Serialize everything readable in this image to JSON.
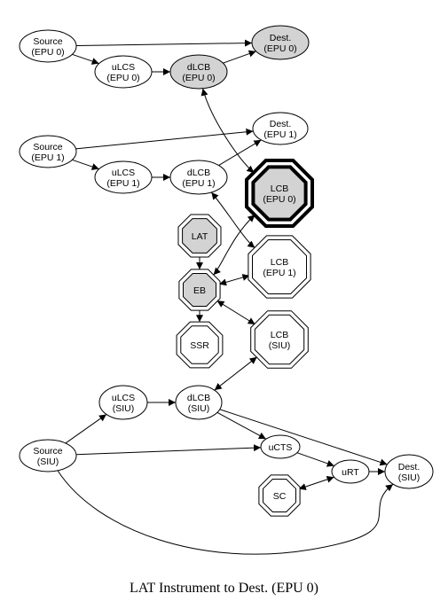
{
  "caption": "LAT Instrument to Dest. (EPU 0)",
  "colors": {
    "filled": "#d3d3d3",
    "outline": "#000000",
    "background": "#ffffff"
  },
  "nodes": [
    {
      "id": "src-epu0",
      "name": "node-source-epu0",
      "lines": [
        "Source",
        "(EPU 0)"
      ],
      "shape": "ellipse",
      "filled": false
    },
    {
      "id": "dest-epu0",
      "name": "node-dest-epu0",
      "lines": [
        "Dest.",
        "(EPU 0)"
      ],
      "shape": "ellipse",
      "filled": true
    },
    {
      "id": "ulcs-epu0",
      "name": "node-ulcs-epu0",
      "lines": [
        "uLCS",
        "(EPU 0)"
      ],
      "shape": "ellipse",
      "filled": false
    },
    {
      "id": "dlcb-epu0",
      "name": "node-dlcb-epu0",
      "lines": [
        "dLCB",
        "(EPU 0)"
      ],
      "shape": "ellipse",
      "filled": true
    },
    {
      "id": "dest-epu1",
      "name": "node-dest-epu1",
      "lines": [
        "Dest.",
        "(EPU 1)"
      ],
      "shape": "ellipse",
      "filled": false
    },
    {
      "id": "src-epu1",
      "name": "node-source-epu1",
      "lines": [
        "Source",
        "(EPU 1)"
      ],
      "shape": "ellipse",
      "filled": false
    },
    {
      "id": "ulcs-epu1",
      "name": "node-ulcs-epu1",
      "lines": [
        "uLCS",
        "(EPU 1)"
      ],
      "shape": "ellipse",
      "filled": false
    },
    {
      "id": "dlcb-epu1",
      "name": "node-dlcb-epu1",
      "lines": [
        "dLCB",
        "(EPU 1)"
      ],
      "shape": "ellipse",
      "filled": false
    },
    {
      "id": "lcb-epu0",
      "name": "node-lcb-epu0",
      "lines": [
        "LCB",
        "(EPU 0)"
      ],
      "shape": "octagon",
      "filled": true,
      "bold": true
    },
    {
      "id": "lat",
      "name": "node-lat",
      "lines": [
        "LAT"
      ],
      "shape": "octagon",
      "filled": true
    },
    {
      "id": "lcb-epu1",
      "name": "node-lcb-epu1",
      "lines": [
        "LCB",
        "(EPU 1)"
      ],
      "shape": "octagon",
      "filled": false
    },
    {
      "id": "eb",
      "name": "node-eb",
      "lines": [
        "EB"
      ],
      "shape": "octagon",
      "filled": true
    },
    {
      "id": "ssr",
      "name": "node-ssr",
      "lines": [
        "SSR"
      ],
      "shape": "octagon",
      "filled": false
    },
    {
      "id": "lcb-siu",
      "name": "node-lcb-siu",
      "lines": [
        "LCB",
        "(SIU)"
      ],
      "shape": "octagon",
      "filled": false
    },
    {
      "id": "ulcs-siu",
      "name": "node-ulcs-siu",
      "lines": [
        "uLCS",
        "(SIU)"
      ],
      "shape": "ellipse",
      "filled": false
    },
    {
      "id": "dlcb-siu",
      "name": "node-dlcb-siu",
      "lines": [
        "dLCB",
        "(SIU)"
      ],
      "shape": "ellipse",
      "filled": false
    },
    {
      "id": "src-siu",
      "name": "node-source-siu",
      "lines": [
        "Source",
        "(SIU)"
      ],
      "shape": "ellipse",
      "filled": false
    },
    {
      "id": "ucts",
      "name": "node-ucts",
      "lines": [
        "uCTS"
      ],
      "shape": "ellipse",
      "filled": false
    },
    {
      "id": "urt",
      "name": "node-urt",
      "lines": [
        "uRT"
      ],
      "shape": "ellipse",
      "filled": false
    },
    {
      "id": "dest-siu",
      "name": "node-dest-siu",
      "lines": [
        "Dest.",
        "(SIU)"
      ],
      "shape": "ellipse",
      "filled": false
    },
    {
      "id": "sc",
      "name": "node-sc",
      "lines": [
        "SC"
      ],
      "shape": "octagon",
      "filled": false
    }
  ],
  "edges": [
    {
      "from": "src-epu0",
      "to": "dest-epu0",
      "dir": "forward"
    },
    {
      "from": "src-epu0",
      "to": "ulcs-epu0",
      "dir": "forward"
    },
    {
      "from": "ulcs-epu0",
      "to": "dlcb-epu0",
      "dir": "forward"
    },
    {
      "from": "dlcb-epu0",
      "to": "dest-epu0",
      "dir": "forward"
    },
    {
      "from": "dlcb-epu0",
      "to": "lcb-epu0",
      "dir": "both"
    },
    {
      "from": "src-epu1",
      "to": "dest-epu1",
      "dir": "forward"
    },
    {
      "from": "src-epu1",
      "to": "ulcs-epu1",
      "dir": "forward"
    },
    {
      "from": "ulcs-epu1",
      "to": "dlcb-epu1",
      "dir": "forward"
    },
    {
      "from": "dlcb-epu1",
      "to": "dest-epu1",
      "dir": "forward"
    },
    {
      "from": "dlcb-epu1",
      "to": "lcb-epu1",
      "dir": "both"
    },
    {
      "from": "lat",
      "to": "eb",
      "dir": "forward"
    },
    {
      "from": "eb",
      "to": "lcb-epu0",
      "dir": "both"
    },
    {
      "from": "eb",
      "to": "lcb-epu1",
      "dir": "both"
    },
    {
      "from": "eb",
      "to": "ssr",
      "dir": "forward"
    },
    {
      "from": "eb",
      "to": "lcb-siu",
      "dir": "both"
    },
    {
      "from": "dlcb-siu",
      "to": "lcb-siu",
      "dir": "both"
    },
    {
      "from": "src-siu",
      "to": "ulcs-siu",
      "dir": "forward"
    },
    {
      "from": "ulcs-siu",
      "to": "dlcb-siu",
      "dir": "forward"
    },
    {
      "from": "dlcb-siu",
      "to": "ucts",
      "dir": "forward"
    },
    {
      "from": "dlcb-siu",
      "to": "dest-siu",
      "dir": "forward"
    },
    {
      "from": "src-siu",
      "to": "ucts",
      "dir": "forward"
    },
    {
      "from": "ucts",
      "to": "urt",
      "dir": "forward"
    },
    {
      "from": "urt",
      "to": "dest-siu",
      "dir": "forward"
    },
    {
      "from": "sc",
      "to": "urt",
      "dir": "both"
    },
    {
      "from": "src-siu",
      "to": "dest-siu",
      "dir": "forward"
    }
  ]
}
